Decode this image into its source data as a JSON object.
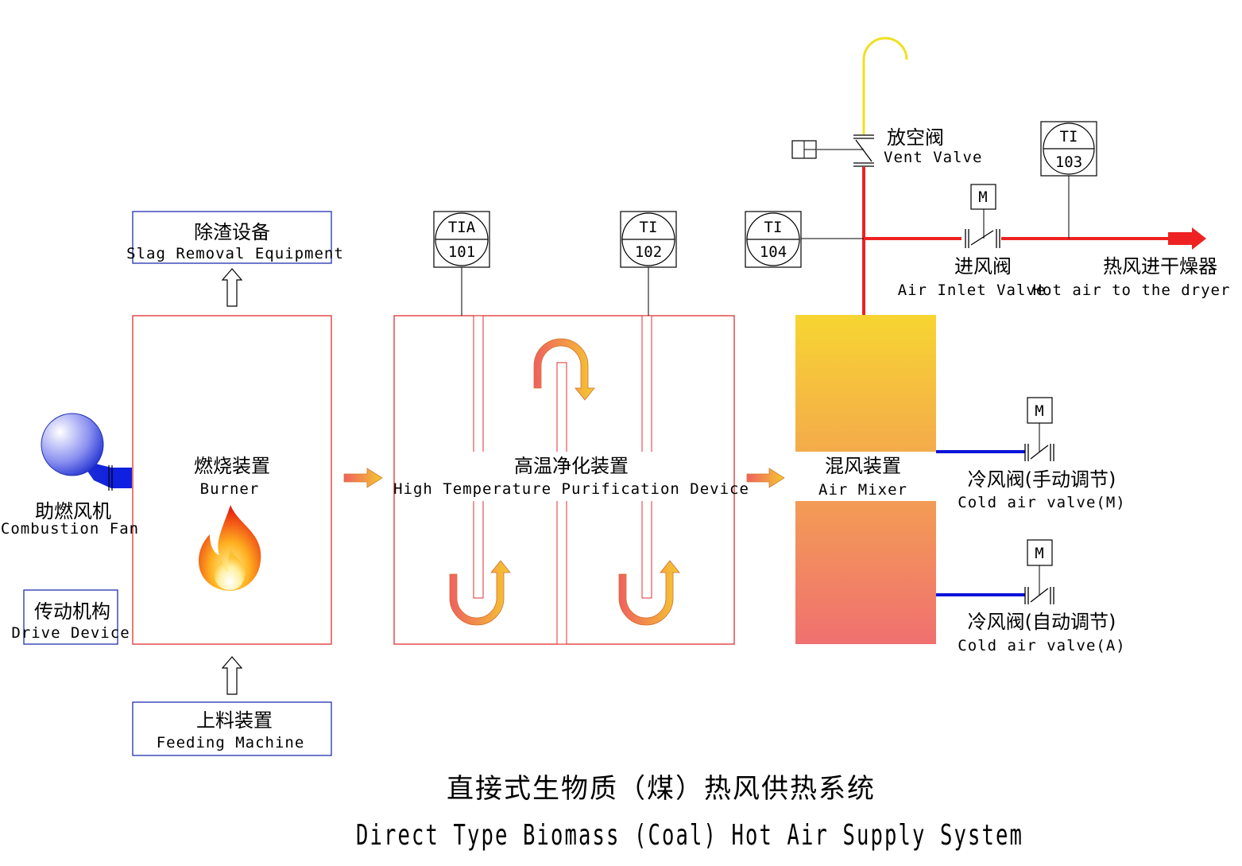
{
  "title": {
    "cn": "直接式生物质（煤）热风供热系统",
    "en": "Direct Type Biomass (Coal) Hot Air Supply System"
  },
  "colors": {
    "box_red": "#e03030",
    "box_blue": "#2030b0",
    "hot_pipe": "#ee2222",
    "cold_pipe": "#0a14d8",
    "vent_pipe": "#f0e020",
    "mixer_top": "#f7d531",
    "mixer_bottom": "#f07070",
    "arrow_start": "#f06060",
    "arrow_end": "#f5c830"
  },
  "components": {
    "slag_removal": {
      "cn": "除渣设备",
      "en": "Slag Removal Equipment"
    },
    "burner": {
      "cn": "燃烧装置",
      "en": "Burner",
      "icon": "fire-icon"
    },
    "feeding_machine": {
      "cn": "上料装置",
      "en": "Feeding Machine"
    },
    "combustion_fan": {
      "cn": "助燃风机",
      "en": "Combustion Fan"
    },
    "drive_device": {
      "cn": "传动机构",
      "en": "Drive Device"
    },
    "purification": {
      "cn": "高温净化装置",
      "en": "High Temperature Purification Device"
    },
    "air_mixer": {
      "cn": "混风装置",
      "en": "Air Mixer"
    }
  },
  "valves": {
    "vent": {
      "cn": "放空阀",
      "en": "Vent Valve"
    },
    "air_inlet": {
      "cn": "进风阀",
      "en": "Air Inlet Valve",
      "actuator": "M"
    },
    "cold_manual": {
      "cn": "冷风阀(手动调节)",
      "en": "Cold air valve(M)",
      "actuator": "M"
    },
    "cold_auto": {
      "cn": "冷风阀(自动调节)",
      "en": "Cold air valve(A)",
      "actuator": "M"
    }
  },
  "outlet": {
    "cn": "热风进干燥器",
    "en": "Hot air to the dryer"
  },
  "instruments": [
    {
      "tag": "TIA",
      "num": "101"
    },
    {
      "tag": "TI",
      "num": "102"
    },
    {
      "tag": "TI",
      "num": "104"
    },
    {
      "tag": "TI",
      "num": "103"
    }
  ]
}
